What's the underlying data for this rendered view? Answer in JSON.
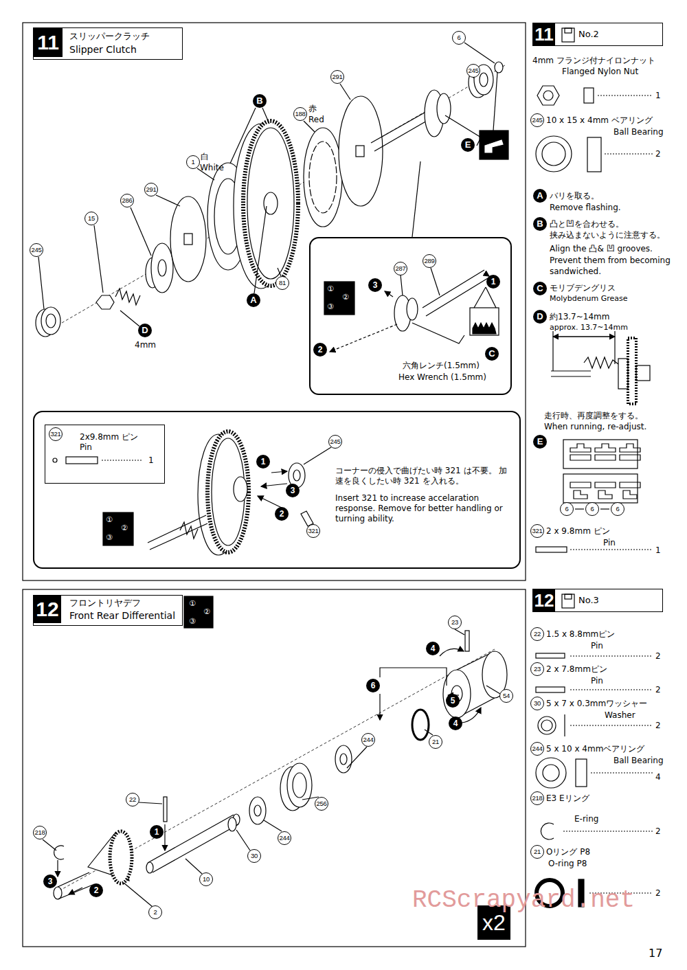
{
  "diagram": {
    "nodes": [
      {
        "text": [
          "11",
          "スリッパークラッチ",
          "Slipper Clutch"
        ]
      },
      {
        "text": [
          "六角レンチ(1.5mm)",
          "Hex Wrench (1.5mm)"
        ]
      },
      {
        "text": [
          "コーナーの侵入で曲げたい時 321 は不要。 加速を良くしたい時 321 を入れる。",
          "Insert 321 to increase accelaration response. Remove for better handling or turning ability."
        ]
      },
      {
        "text": [
          "2x9.8mm ピン Pin",
          "1"
        ],
        "in": 2
      },
      {
        "text": [
          "11",
          "No.2"
        ]
      },
      {
        "text": [
          "12",
          "フロントリヤデフ",
          "Front Rear Differential"
        ]
      },
      {
        "text": [
          "12",
          "No.3"
        ]
      }
    ],
    "labels": [
      "6",
      "245",
      "291",
      "B",
      "188",
      "赤",
      "Red",
      "1",
      "白",
      "White",
      "291",
      "286",
      "15",
      "245",
      "A",
      "81",
      "D",
      "4mm",
      "E",
      "287",
      "289",
      "1",
      "3",
      "2",
      "C",
      "①",
      "②",
      "③",
      "321",
      "245",
      "1",
      "3",
      "2",
      "321",
      "①",
      "②",
      "③",
      "4mm フランジ付ナイロンナット",
      "Flanged Nylon Nut",
      "1",
      "245",
      "10 x 15 x 4mm ベアリング",
      "Ball Bearing",
      "2",
      "A",
      "バリを取る。",
      "Remove flashing.",
      "B",
      "凸と凹を合わせる。",
      "挟み込まないように注意する。",
      "Align the 凸& 凹 grooves.",
      "Prevent them from becoming",
      "sandwiched.",
      "C",
      "モリブデングリス",
      "Molybdenum Grease",
      "D",
      "約13.7~14mm",
      "approx. 13.7~14mm",
      "走行時、再度調整をする。",
      "When running, re-adjust.",
      "E",
      "6",
      "6",
      "6",
      "321",
      "2 x 9.8mm ピン",
      "Pin",
      "1",
      "①",
      "②",
      "③",
      "23",
      "4",
      "6",
      "5",
      "54",
      "4",
      "21",
      "244",
      "256",
      "244",
      "30",
      "22",
      "1",
      "218",
      "3",
      "2",
      "2",
      "10",
      "x2",
      "22",
      "1.5 x 8.8mmピン",
      "Pin",
      "2",
      "23",
      "2 x 7.8mmピン",
      "Pin",
      "2",
      "30",
      "5 x 7 x 0.3mmワッシャー",
      "Washer",
      "2",
      "244",
      "5 x 10 x 4mmベアリング",
      "Ball Bearing",
      "4",
      "218",
      "E3  Eリング",
      "E-ring",
      "2",
      "21",
      "Oリング P8",
      "O-ring P8",
      "2",
      "RCScrapyard.net",
      "17"
    ]
  }
}
